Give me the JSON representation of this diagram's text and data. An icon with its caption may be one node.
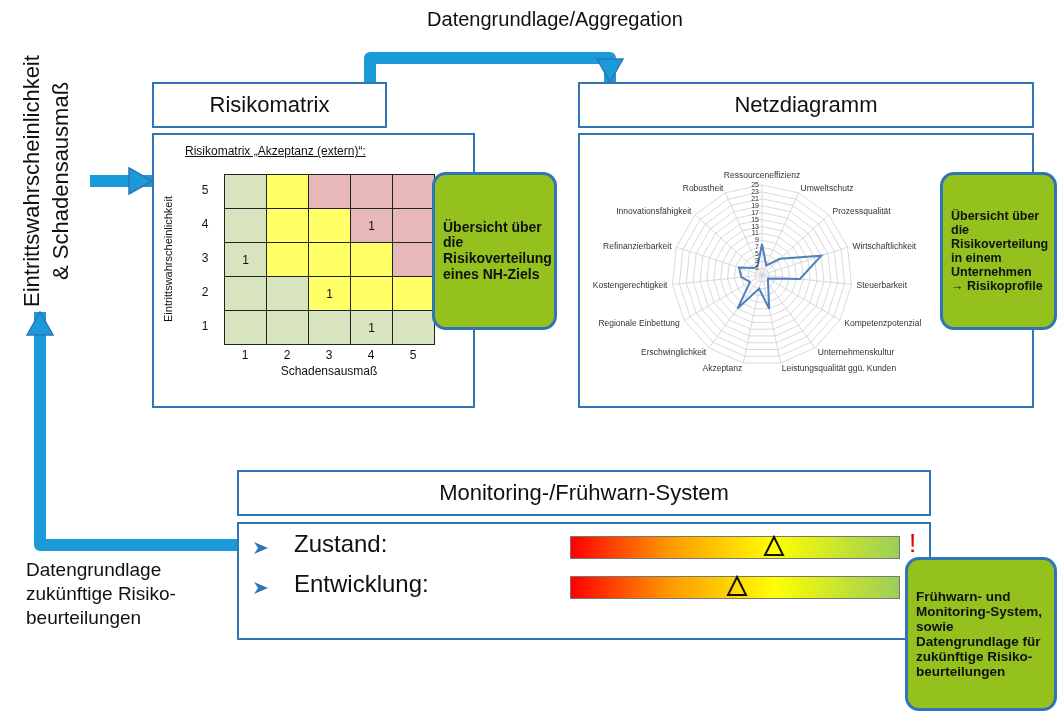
{
  "diagram": {
    "nodes": [
      {
        "text": [
          "Risikomatrix"
        ]
      },
      {
        "text": [
          "Risikomatrix „Akzeptanz (extern)“:",
          "Eintrittswahrscheinlichkeit",
          "Schadensausmaß"
        ]
      },
      {
        "text": [
          "Übersicht über die Risikoverteilung eines NH-Ziels"
        ]
      },
      {
        "text": [
          "Netzdiagramm"
        ]
      },
      {
        "text": [
          "Ressourceneffizienz",
          "Robustheit",
          "Umweltschutz",
          "Innovationsfähigkeit",
          "Prozessqualität",
          "Refinanzierbarkeit",
          "Wirtschaftlichkeit",
          "Kostengerechtigkeit",
          "Steuerbarkeit",
          "Regionale Einbettung",
          "Kompetenzpotenzial",
          "Erschwinglichkeit",
          "Unternehmenskultur",
          "Akzeptanz",
          "Leistungsqualität ggü. Kunden"
        ]
      },
      {
        "text": [
          "Übersicht über die Risikoverteilung in einem Unternehmen",
          "→ Risikoprofile"
        ]
      },
      {
        "text": [
          "Monitoring-/Frühwarn-System"
        ]
      },
      {
        "text": [
          "Zustand:",
          "Entwicklung:"
        ]
      },
      {
        "text": [
          "Frühwarn- und Monitoring-System, sowie Datengrundlage für zukünftige Risiko- beurteilungen"
        ]
      },
      {
        "text": [
          "Eintrittswahrscheinlichkeit & Schadensausmaß"
        ]
      }
    ],
    "edges": [
      {
        "from": 0,
        "to": 3,
        "arrow": "to",
        "label": "Datengrundlage/Aggregation"
      },
      {
        "from": 9,
        "to": 1,
        "arrow": "to"
      },
      {
        "from": 7,
        "to": 9,
        "arrow": "to",
        "label": "Datengrundlage zukünftige Risiko- beurteilungen"
      }
    ],
    "labels": [
      "5",
      "4",
      "1",
      "3",
      "1",
      "2",
      "1",
      "1",
      "1",
      "1",
      "2",
      "3",
      "4",
      "5",
      "25",
      "23",
      "21",
      "19",
      "17",
      "15",
      "13",
      "11",
      "9",
      "7",
      "5",
      "3",
      "1",
      "!"
    ]
  }
}
